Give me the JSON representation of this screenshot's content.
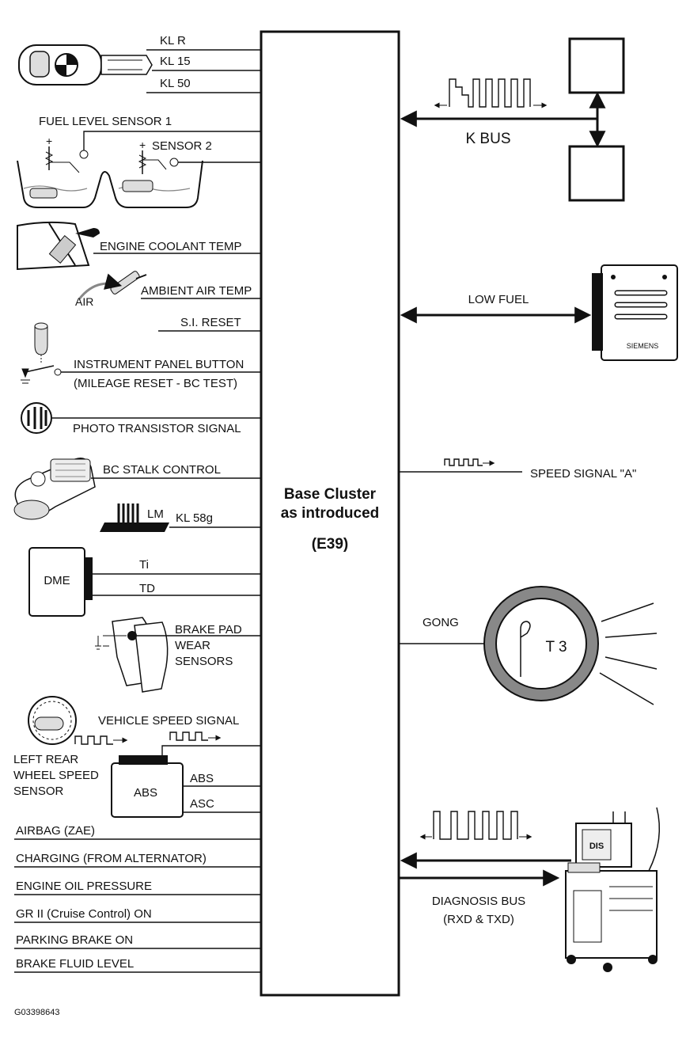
{
  "center_module": {
    "line1": "Base Cluster",
    "line2": "as introduced",
    "line3": "(E39)"
  },
  "left_inputs": {
    "kl_r": "KL R",
    "kl_15": "KL 15",
    "kl_50": "KL 50",
    "fuel_sensor_1": "FUEL LEVEL SENSOR 1",
    "fuel_sensor_2": "SENSOR 2",
    "coolant_temp": "ENGINE COOLANT TEMP",
    "air": "AIR",
    "ambient_air_temp": "AMBIENT AIR TEMP",
    "si_reset": "S.I. RESET",
    "ip_button_1": "INSTRUMENT PANEL BUTTON",
    "ip_button_2": "(MILEAGE RESET - BC TEST)",
    "photo_transistor": "PHOTO TRANSISTOR SIGNAL",
    "bc_stalk": "BC STALK CONTROL",
    "lm": "LM",
    "kl_58g": "KL 58g",
    "dme": "DME",
    "ti": "Ti",
    "td": "TD",
    "brake_pad_1": "BRAKE PAD",
    "brake_pad_2": "WEAR",
    "brake_pad_3": "SENSORS",
    "vehicle_speed": "VEHICLE SPEED SIGNAL",
    "wheel_sensor_1": "LEFT REAR",
    "wheel_sensor_2": "WHEEL SPEED",
    "wheel_sensor_3": "SENSOR",
    "abs_box": "ABS",
    "abs_line": "ABS",
    "asc_line": "ASC",
    "airbag": "AIRBAG (ZAE)",
    "charging": "CHARGING (FROM ALTERNATOR)",
    "oil_pressure": "ENGINE OIL PRESSURE",
    "cruise": "GR II (Cruise Control) ON",
    "parking_brake": "PARKING BRAKE ON",
    "brake_fluid": "BRAKE FLUID LEVEL"
  },
  "right_outputs": {
    "k_bus": "K BUS",
    "low_fuel": "LOW FUEL",
    "speed_signal_a": "SPEED SIGNAL \"A\"",
    "gong": "GONG",
    "gong_label": "T 3",
    "diag_bus_1": "DIAGNOSIS BUS",
    "diag_bus_2": "(RXD & TXD)",
    "dis_label": "DIS",
    "siemens": "SIEMENS"
  },
  "figure_id": "G03398643",
  "icons": [
    "key-icon",
    "fuel-tank-icon",
    "coolant-sensor-icon",
    "air-temp-sensor-icon",
    "push-button-icon",
    "photo-transistor-icon",
    "bc-stalk-icon",
    "light-module-icon",
    "dme-module-icon",
    "brake-pad-icon",
    "wheel-speed-sensor-icon",
    "abs-module-icon",
    "k-bus-module-icon",
    "ekm-module-icon",
    "gong-speaker-icon",
    "dis-tester-icon"
  ]
}
